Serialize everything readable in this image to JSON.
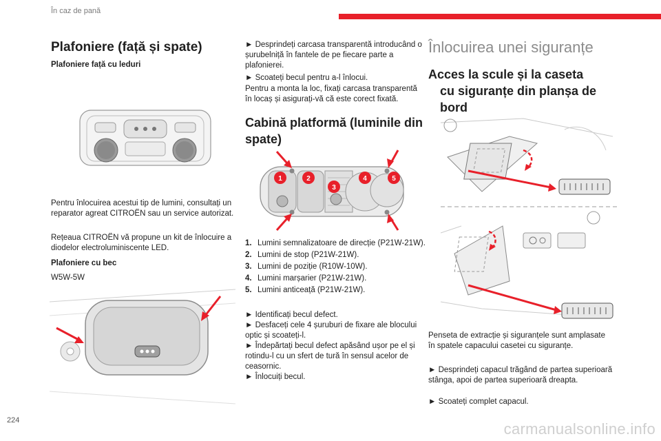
{
  "header": {
    "section": "În caz de pană",
    "accent_color": "#e8202a"
  },
  "page_number": "224",
  "watermark": "carmanualsonline.info",
  "col1": {
    "title": "Plafoniere (față și spate)",
    "sub1": "Plafoniere față cu leduri",
    "p1": "Pentru înlocuirea acestui tip de lumini, consultați un reparator agreat CITROËN sau un service autorizat.",
    "p2": "Rețeaua CITROËN vă propune un kit de înlocuire a diodelor electroluminiscente LED.",
    "sub2": "Plafoniere cu bec",
    "bulb": "W5W-5W"
  },
  "col2": {
    "p1": "► Desprindeți carcasa transparentă introducând o șurubelniță în fantele de pe fiecare parte a plafonierei.",
    "p2": "► Scoateți becul pentru a-l înlocui.",
    "p3": "Pentru a monta la loc, fixați carcasa transparentă în locaș și asigurați-vă că este corect fixată.",
    "title": "Cabină platformă (luminile din spate)",
    "lights": [
      {
        "n": "1.",
        "text": "Lumini semnalizatoare de direcție (P21W-21W)."
      },
      {
        "n": "2.",
        "text": "Lumini de stop (P21W-21W)."
      },
      {
        "n": "3.",
        "text": "Lumini de poziție (R10W-10W)."
      },
      {
        "n": "4.",
        "text": "Lumini marșarier (P21W-21W)."
      },
      {
        "n": "5.",
        "text": "Lumini anticeață (P21W-21W)."
      }
    ],
    "steps": [
      "► Identificați becul defect.",
      "► Desfaceți cele 4 șuruburi de fixare ale blocului optic și scoateți-l.",
      "► Îndepărtați becul defect apăsând ușor pe el și rotindu-l cu un sfert de tură în sensul acelor de ceasornic.",
      "► Înlocuiți becul."
    ],
    "badges": [
      "1",
      "2",
      "3",
      "4",
      "5"
    ]
  },
  "col3": {
    "title": "Înlocuirea unei siguranțe",
    "sub_line1": "Acces la scule și la caseta",
    "sub_line2": "cu siguranțe din planșa de",
    "sub_line3": "bord",
    "p1": "Penseta de extracție și siguranțele sunt amplasate în spatele capacului casetei cu siguranțe.",
    "p2": "► Desprindeți capacul trăgând de partea superioară stânga, apoi de partea superioară dreapta.",
    "p3": "► Scoateți complet capacul."
  }
}
